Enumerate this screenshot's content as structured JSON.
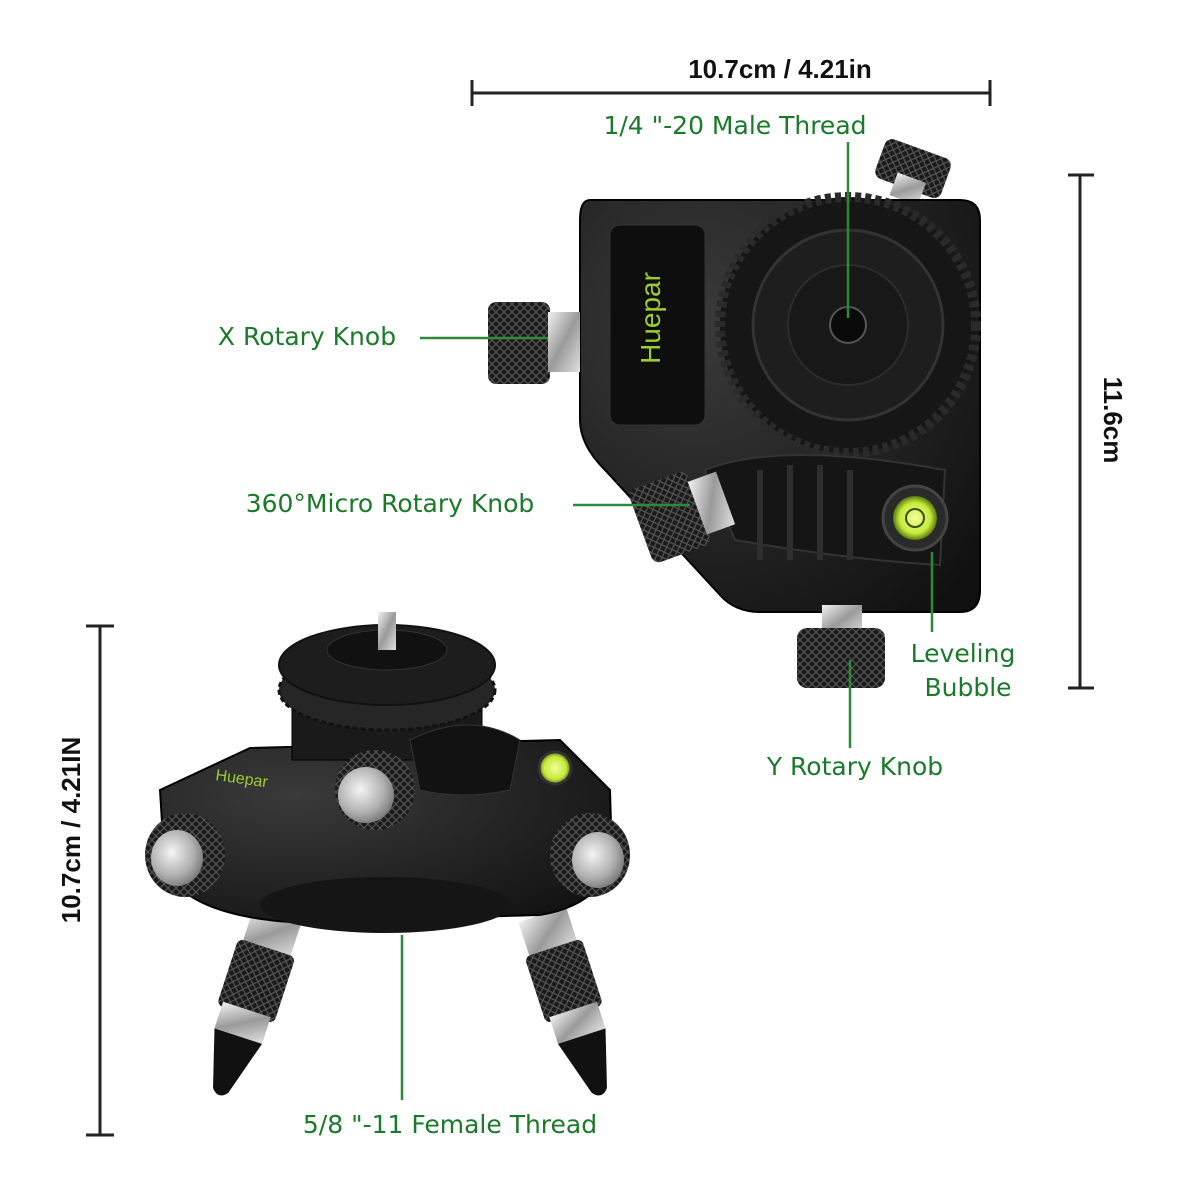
{
  "dimensions": {
    "top_width": "10.7cm / 4.21in",
    "right_height": "11.6cm",
    "left_height": "10.7cm / 4.21IN"
  },
  "brand": {
    "logo_text": "Huepar"
  },
  "callouts": {
    "male_thread": "1/4 \"-20 Male Thread",
    "x_knob": "X Rotary Knob",
    "micro_knob": "360°Micro Rotary Knob",
    "leveling_line1": "Leveling",
    "leveling_line2": "Bubble",
    "y_knob": "Y Rotary Knob",
    "female_thread": "5/8 \"-11 Female Thread"
  },
  "colors": {
    "callout_green": "#1a7a2a",
    "logo_green": "#9acd32",
    "body_black": "#1c1c1c",
    "bubble_green": "#c6ea3c"
  }
}
